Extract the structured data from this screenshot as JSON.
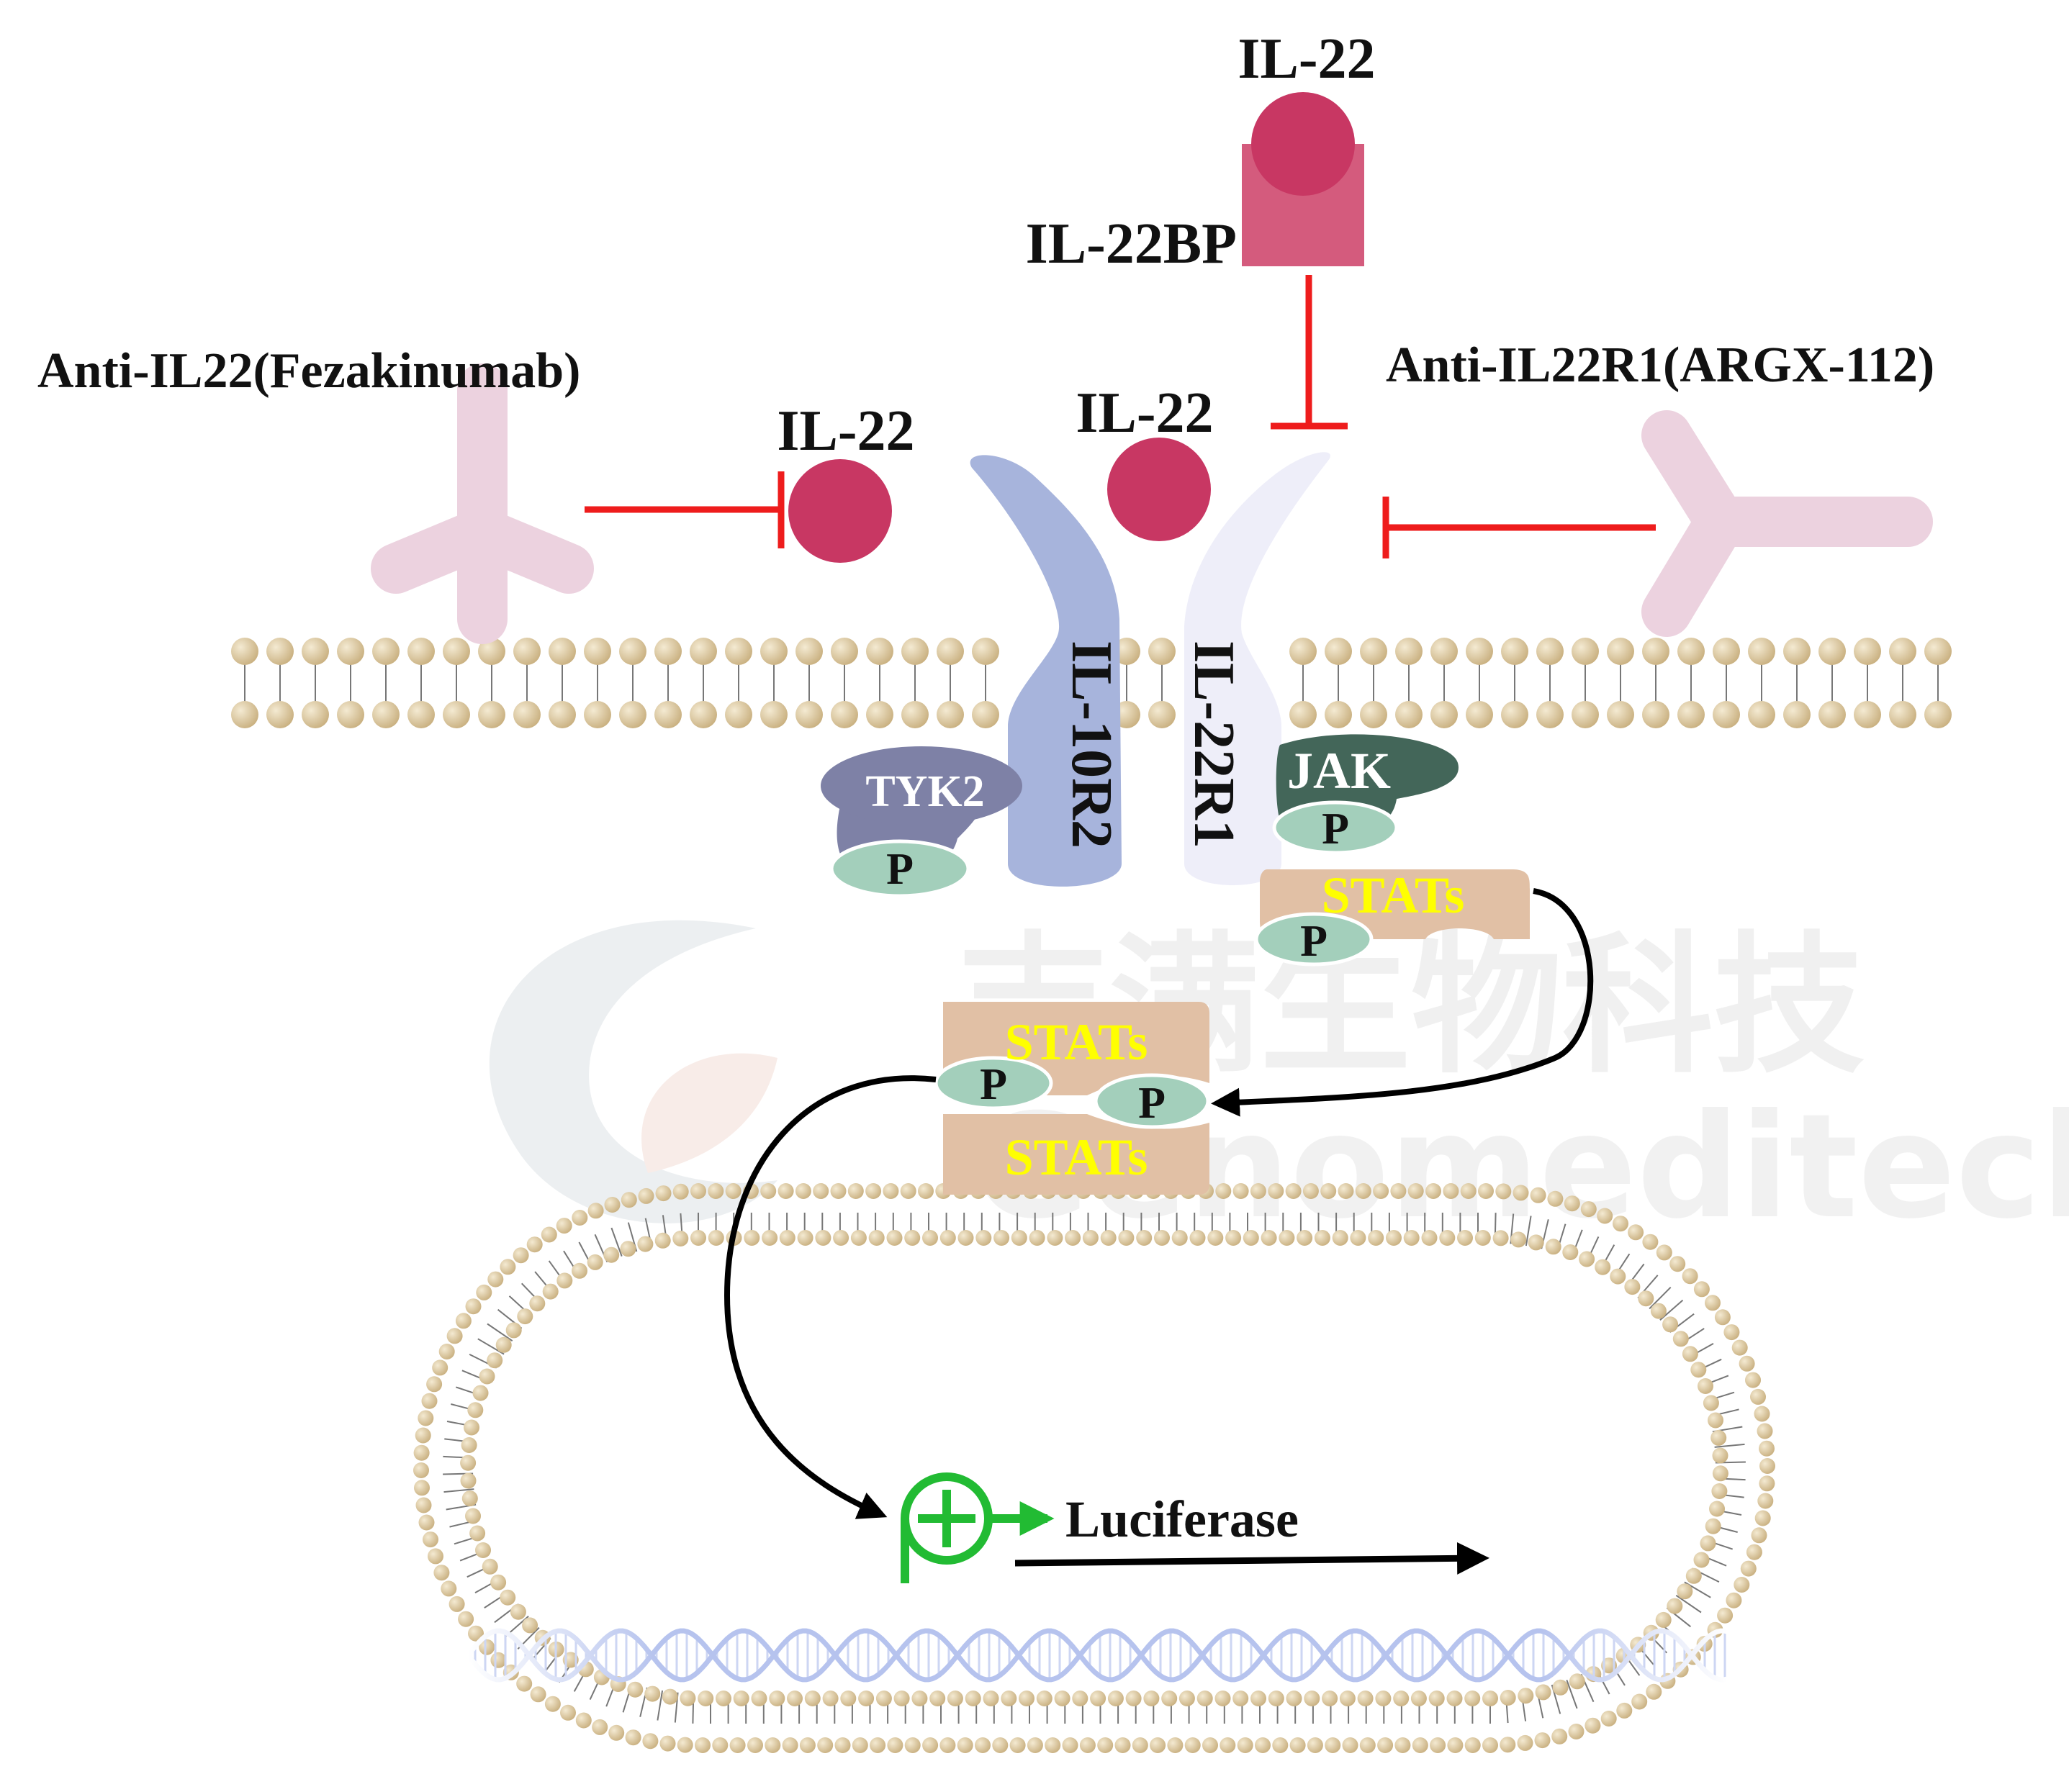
{
  "labels": {
    "il22_top": "IL-22",
    "il22bp": "IL-22BP",
    "anti_il22": "Anti-IL22(Fezakinumab)",
    "anti_il22r1": "Anti-IL22R1(ARGX-112)",
    "il22_left": "IL-22",
    "il22_center": "IL-22",
    "il10r2": "IL-10R2",
    "il22r1": "IL-22R1",
    "tyk2": "TYK2",
    "jak": "JAK",
    "stats_1": "STATs",
    "stats_2": "STATs",
    "stats_3": "STATs",
    "p_tyk2": "P",
    "p_jak": "P",
    "p_stat_1": "P",
    "p_dimer_left": "P",
    "p_dimer_right": "P",
    "luciferase": "Luciferase"
  },
  "watermark": {
    "cn": "吉满生物科技",
    "en": "Genomeditech"
  },
  "colors": {
    "il22": "#c83763",
    "il22bp": "#d45b7d",
    "inhibition": "#ee1c1c",
    "antibody": "#ecd2df",
    "il10r2": "#a7b4dc",
    "il22r1": "#eeeef9",
    "tyk2": "#7e81a6",
    "jak": "#436659",
    "phospho": "#a3cfbb",
    "stats": "#e1c0a5",
    "lipid": "#d8c49a",
    "promoter": "#22bb33",
    "dna": "#b6c3ee"
  }
}
